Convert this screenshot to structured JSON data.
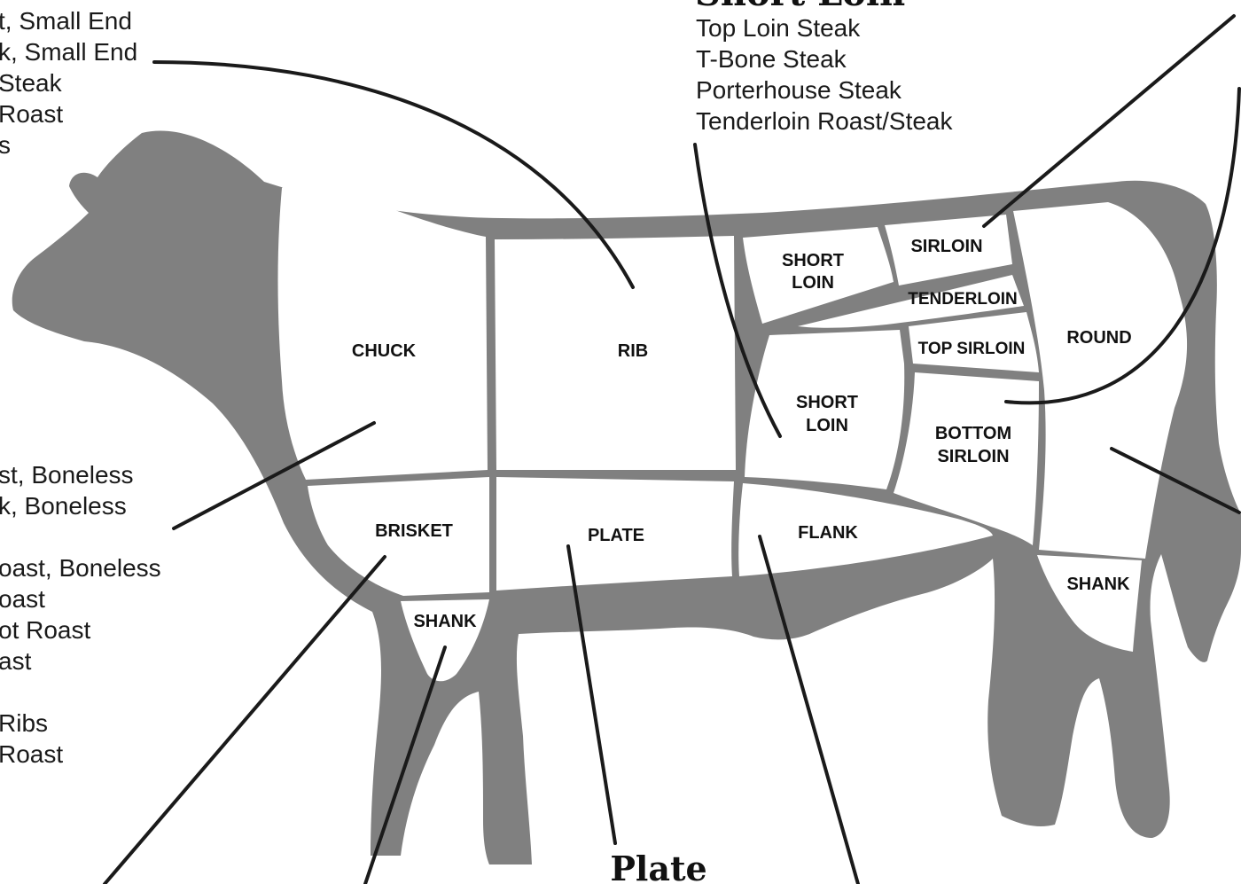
{
  "colors": {
    "silhouette": "#808080",
    "cut_fill": "#ffffff",
    "divider": "#808080",
    "leader_line": "#1a1a1a",
    "text": "#1a1a1a"
  },
  "cuts": {
    "chuck": "CHUCK",
    "rib": "RIB",
    "short_loin_top_1": "SHORT",
    "short_loin_top_2": "LOIN",
    "sirloin": "SIRLOIN",
    "tenderloin": "TENDERLOIN",
    "top_sirloin": "TOP SIRLOIN",
    "round": "ROUND",
    "short_loin_mid_1": "SHORT",
    "short_loin_mid_2": "LOIN",
    "bottom_sirloin_1": "BOTTOM",
    "bottom_sirloin_2": "SIRLOIN",
    "brisket": "BRISKET",
    "plate": "PLATE",
    "flank": "FLANK",
    "shank_front": "SHANK",
    "shank_rear": "SHANK"
  },
  "lists": {
    "rib_partial": [
      "t, Small End",
      "k, Small End",
      "Steak",
      "Roast",
      "s"
    ],
    "short_loin": {
      "heading": "Short Loin",
      "items": [
        "Top Loin Steak",
        "T-Bone Steak",
        "Porterhouse Steak",
        "Tenderloin Roast/Steak"
      ]
    },
    "chuck_partial": [
      "st, Boneless",
      "k, Boneless",
      "",
      "oast, Boneless",
      "oast",
      "ot Roast",
      "ast",
      "",
      "Ribs",
      "Roast"
    ]
  },
  "headings": {
    "plate": "Plate"
  },
  "icons": {
    "silhouette": "cow-silhouette-icon"
  }
}
